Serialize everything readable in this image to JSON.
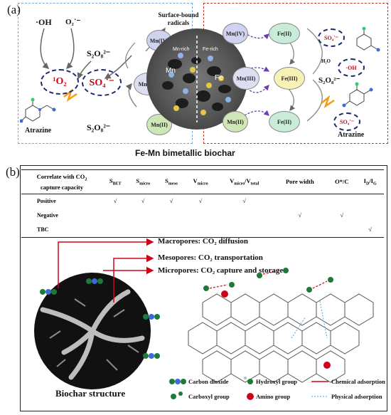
{
  "panel_a": {
    "label": "(a)",
    "caption": "Fe-Mn bimetallic biochar",
    "left": {
      "oh": "·OH",
      "o2": "O₂˙⁻",
      "singlet_o2": "¹O₂",
      "so4": "SO₄˙⁻",
      "s2o8_top": "S₂O₈²⁻",
      "s2o8_bottom": "S₂O₈²⁻",
      "atrazine": "Atrazine",
      "mn_iv": "Mn(IV)",
      "mn_iii": "Mn(III)",
      "mn_ii": "Mn(II)",
      "surface_bound": "Surface-bound radicals"
    },
    "center": {
      "mn_rich": "Mn-rich",
      "fe_rich": "Fe-rich",
      "mn": "Mn",
      "fe": "Fe"
    },
    "right": {
      "mn_iv": "Mn(IV)",
      "mn_iii": "Mn(III)",
      "mn_ii": "Mn(II)",
      "fe_ii_top": "Fe(II)",
      "fe_iii": "Fe(III)",
      "fe_ii_bottom": "Fe(II)",
      "so4_top": "SO₄˙⁻",
      "oh": "·OH",
      "so4_bottom": "SO₄˙⁻",
      "h2o": "H₂O",
      "s2o8": "S₂O₈²⁻",
      "atrazine": "Atrazine"
    }
  },
  "panel_b": {
    "label": "(b)",
    "table": {
      "headers": [
        "Correlate with CO₂ capture capacity",
        "S_BET",
        "S_micro",
        "S_meso",
        "V_micro",
        "V_micro/V_total",
        "Pore width",
        "O*/C",
        "I_D/I_G"
      ],
      "header_html": {
        "c0": "Correlate with CO",
        "c0b": "capture capacity",
        "c1a": "S",
        "c1b": "BET",
        "c2a": "S",
        "c2b": "micro",
        "c3a": "S",
        "c3b": "meso",
        "c4a": "V",
        "c4b": "micro",
        "c5a": "V",
        "c5b": "micro",
        "c5c": "/V",
        "c5d": "total",
        "c6": "Pore width",
        "c7": "O*/C",
        "c8a": "I",
        "c8b": "D",
        "c8c": "/I",
        "c8d": "G"
      },
      "rows": [
        {
          "label": "Positive",
          "cells": [
            "√",
            "√",
            "√",
            "√",
            "√",
            "",
            "",
            ""
          ]
        },
        {
          "label": "Negative",
          "cells": [
            "",
            "",
            "",
            "",
            "",
            "√",
            "√",
            ""
          ]
        },
        {
          "label": "TBC",
          "cells": [
            "",
            "",
            "",
            "",
            "",
            "",
            "",
            "√"
          ]
        }
      ],
      "check": "√"
    },
    "pores": {
      "macro": "Macropores: CO₂ diffusion",
      "meso": "Mesopores: CO₂ transportation",
      "micro": "Micropores: CO₂ capture and storage"
    },
    "biochar_structure": "Biochar structure",
    "legend": {
      "co2": "Carbon dioxide",
      "hydroxyl": "Hydroxyl group",
      "chem": "Chemical adsorption",
      "carboxyl": "Carboxyl group",
      "amino": "Amino group",
      "phys": "Physical adsorption"
    }
  }
}
